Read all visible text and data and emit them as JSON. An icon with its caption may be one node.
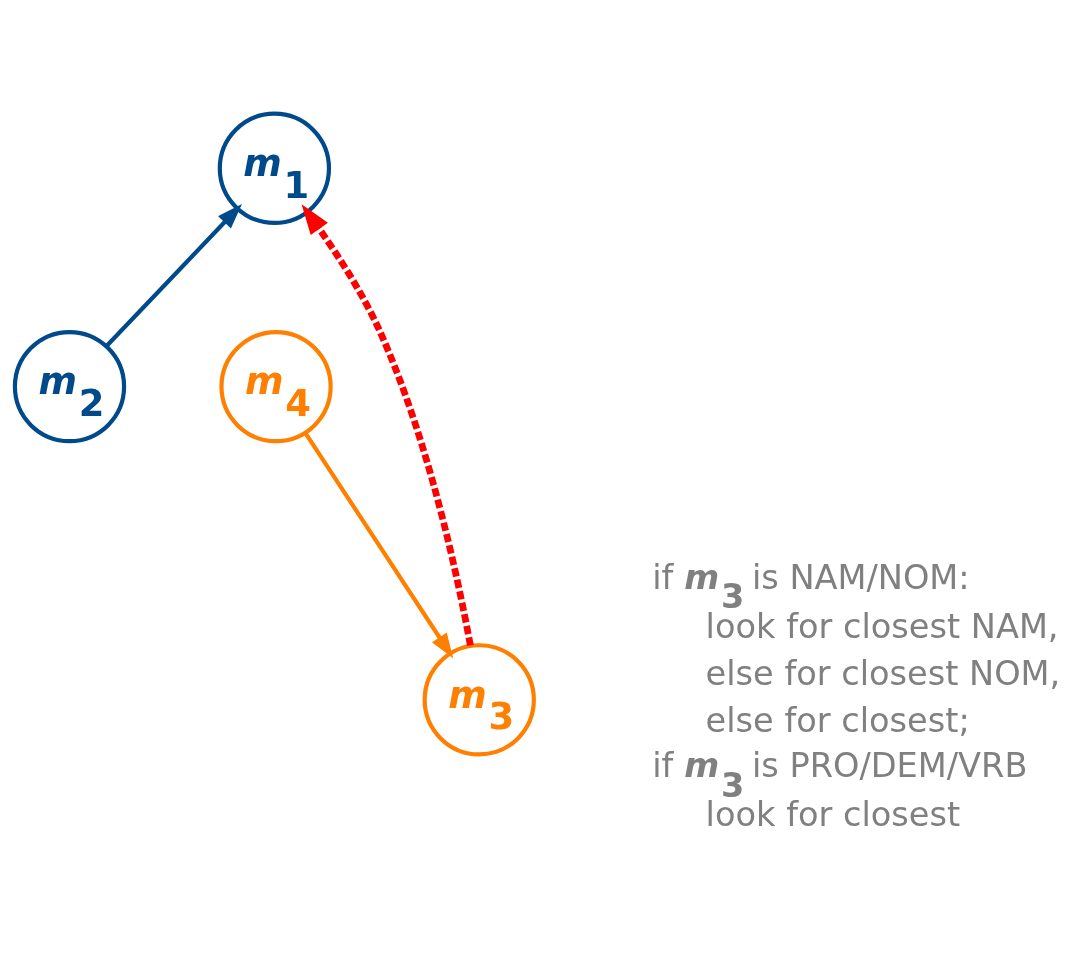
{
  "diagram": {
    "nodes": [
      {
        "text": [
          "*m*$_{1}$"
        ]
      },
      {
        "text": [
          "*m*$_{4}$"
        ]
      },
      {
        "text": [
          "*m*$_{2}$"
        ]
      },
      {
        "text": [
          "*m*$_{3}$"
        ]
      }
    ],
    "edges": [
      {
        "from": 2,
        "to": 0,
        "arrow": "to",
        "color": "#004a8c"
      },
      {
        "from": 1,
        "to": 3,
        "arrow": "to",
        "color": "#ff8000"
      },
      {
        "from": 3,
        "to": 0,
        "arrow": "to",
        "style": "dashed",
        "color": "#ff0000"
      }
    ],
    "labels": [
      "if *m*$_{3}$ is NAM/NOM:",
      "look for closest NAM,",
      "else for closest NOM,",
      "else for closest;",
      "if *m*$_{3}$ is PRO/DEM/VRB",
      "look for closest"
    ]
  }
}
